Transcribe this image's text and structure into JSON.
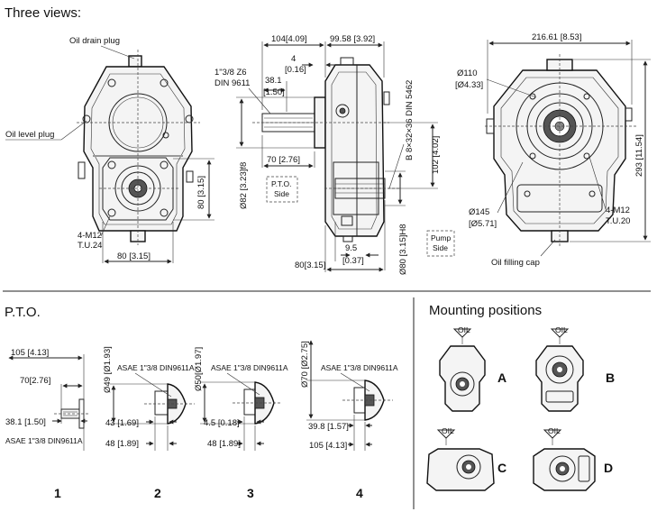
{
  "sections": {
    "three_views": "Three views:",
    "pto": "P.T.O.",
    "mounting": "Mounting positions"
  },
  "front_view": {
    "oil_drain_plug": "Oil drain plug",
    "oil_level_plug": "Oil level plug",
    "bolts_line1": "4-M12",
    "bolts_line2": "T.U.24",
    "dim_height": "80 [3.15]",
    "dim_width": "80 [3.15]"
  },
  "side_view": {
    "dim_104": "104[4.09]",
    "dim_99": "99.58 [3.92]",
    "dim_4a": "4",
    "dim_4b": "[0.16]",
    "shaft_line1": "1\"3/8 Z6",
    "shaft_line2": "DIN 9611",
    "dim_38a": "38.1",
    "dim_38b": "[1.50]",
    "dim_70": "70 [2.76]",
    "dim_82": "Ø82 [3.23]f8",
    "pto_side_1": "P.T.O.",
    "pto_side_2": "Side",
    "spline": "B 8×32×36 DIN 5462",
    "dim_102": "102 [4.02]",
    "dim_95a": "9.5",
    "dim_95b": "[0.37]",
    "dim_80": "80[3.15]",
    "dim_80h8": "Ø80 [3.15]H8",
    "pump_side_1": "Pump",
    "pump_side_2": "Side"
  },
  "rear_view": {
    "dim_216": "216.61 [8.53]",
    "dia110a": "Ø110",
    "dia110b": "[Ø4.33]",
    "dim_293": "293 [11.54]",
    "dia145a": "Ø145",
    "dia145b": "[Ø5.71]",
    "bolts_line1": "4-M12",
    "bolts_line2": "T.U.20",
    "oil_filling_cap": "Oil filling cap"
  },
  "pto_items": [
    {
      "number": "1",
      "dim_top": "105 [4.13]",
      "dim_mid": "70[2.76]",
      "dim_shaft": "38.1 [1.50]",
      "standard": "ASAE 1\"3/8 DIN9611A"
    },
    {
      "number": "2",
      "dia": "Ø49 [Ø1.93]",
      "standard": "ASAE 1\"3/8 DIN9611A",
      "dim_a": "43 [1.69]",
      "dim_b": "48 [1.89]"
    },
    {
      "number": "3",
      "dia": "Ø50[Ø1.97]",
      "standard": "ASAE 1\"3/8 DIN9611A",
      "dim_a": "4.5 [0.18]",
      "dim_b": "48 [1.89]"
    },
    {
      "number": "4",
      "dia": "Ø70 [Ø2.75]",
      "standard": "ASAE 1\"3/8 DIN9611A",
      "dim_a": "39.8 [1.57]",
      "dim_b": "105 [4.13]"
    }
  ],
  "mounting_positions": [
    "A",
    "B",
    "C",
    "D"
  ],
  "mini_tag": "OIL"
}
